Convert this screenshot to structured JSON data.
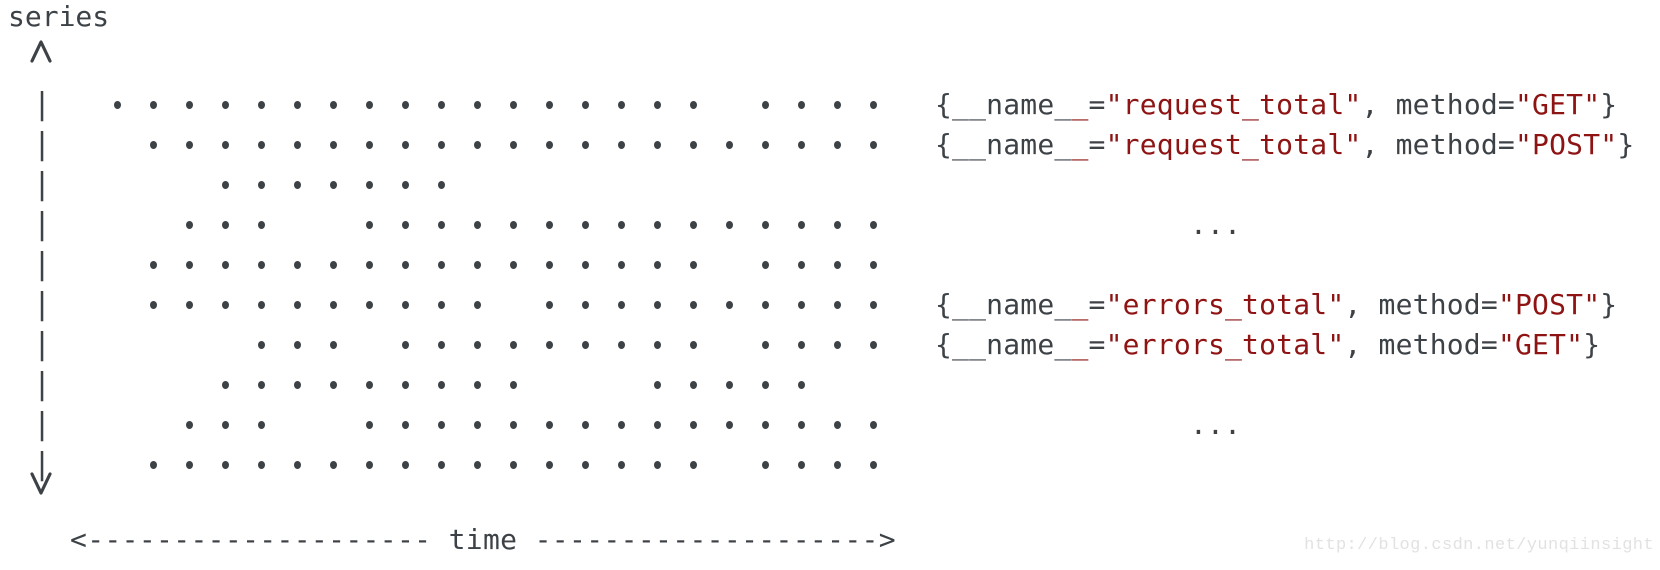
{
  "diagram": {
    "y_axis_label": "series",
    "y_axis_up_arrow": "^",
    "y_axis_down_arrow": "v",
    "y_axis_tick": "|",
    "x_axis_line": "<-------------------- time -------------------->",
    "x_axis_word": "time",
    "ellipsis": "...",
    "rows": [
      {
        "pattern": "1111111111111111101111",
        "label_segments": [
          [
            "{__name_",
            "p"
          ],
          [
            "_",
            "r"
          ],
          [
            "=",
            "p"
          ],
          [
            "\"request_total\"",
            "r"
          ],
          [
            ", method=",
            "p"
          ],
          [
            "\"GET\"",
            "r"
          ],
          [
            "}",
            "p"
          ]
        ]
      },
      {
        "pattern": "0111111111111111111111",
        "label_segments": [
          [
            "{__name_",
            "p"
          ],
          [
            "_",
            "r"
          ],
          [
            "=",
            "p"
          ],
          [
            "\"request_total\"",
            "r"
          ],
          [
            ", method=",
            "p"
          ],
          [
            "\"POST\"",
            "r"
          ],
          [
            "}",
            "p"
          ]
        ]
      },
      {
        "pattern": "0001111111000000000000",
        "label_segments": null
      },
      {
        "pattern": "0011100111111111111111",
        "label_segments": null,
        "ellipsis": true
      },
      {
        "pattern": "0111111111111111101111",
        "label_segments": null
      },
      {
        "pattern": "0111111111101111111111",
        "label_segments": [
          [
            "{__name_",
            "p"
          ],
          [
            "_",
            "r"
          ],
          [
            "=",
            "p"
          ],
          [
            "\"errors_total\"",
            "r"
          ],
          [
            ", method=",
            "p"
          ],
          [
            "\"POST\"",
            "r"
          ],
          [
            "}",
            "p"
          ]
        ]
      },
      {
        "pattern": "0000111011111111101111",
        "label_segments": [
          [
            "{__name_",
            "p"
          ],
          [
            "_",
            "r"
          ],
          [
            "=",
            "p"
          ],
          [
            "\"errors_total\"",
            "r"
          ],
          [
            ", method=",
            "p"
          ],
          [
            "\"GET\"",
            "r"
          ],
          [
            "}",
            "p"
          ]
        ]
      },
      {
        "pattern": "0001111111110001111100",
        "label_segments": null
      },
      {
        "pattern": "0011100111111111111111",
        "label_segments": null,
        "ellipsis": true
      },
      {
        "pattern": "0111111111111111101111",
        "label_segments": null
      }
    ]
  },
  "colors": {
    "ink": "#3d4247",
    "string_red": "#8e1313",
    "watermark_gray": "#e2e2e2"
  },
  "watermark": "http://blog.csdn.net/yunqiinsight"
}
